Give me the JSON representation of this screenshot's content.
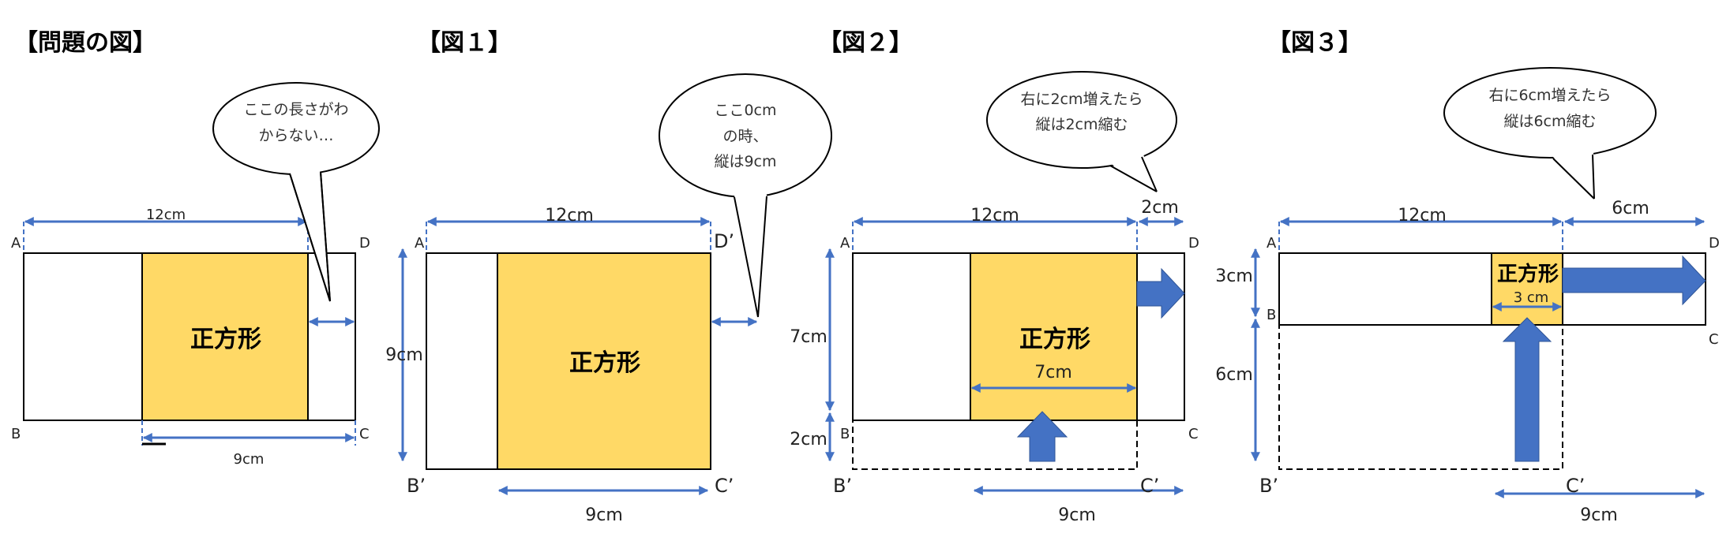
{
  "colors": {
    "square": "#FFD966",
    "dimension": "#4472C4"
  },
  "problem": {
    "title": "【問題の図】",
    "balloon": [
      "ここの長さがわ",
      "からない…"
    ],
    "labels": {
      "a": "A",
      "b": "B",
      "c": "C",
      "d": "D"
    },
    "width": "12cm",
    "bottom": "9cm",
    "square": "正方形"
  },
  "fig1": {
    "title": "【図１】",
    "balloon": [
      "ここ0cm",
      "の時、",
      "縦は9cm"
    ],
    "labels": {
      "a": "A",
      "b": "B’",
      "c": "C’",
      "d": "D’"
    },
    "width": "12cm",
    "height": "9cm",
    "bottom": "9cm",
    "square": "正方形"
  },
  "fig2": {
    "title": "【図２】",
    "balloon": [
      "右に2cm増えたら",
      "縦は2cm縮む"
    ],
    "labels": {
      "a": "A",
      "b": "B",
      "c": "C",
      "d": "D",
      "b2": "B’",
      "c2": "C’"
    },
    "width": "12cm",
    "extra": "2cm",
    "height_top": "7cm",
    "height_bottom": "2cm",
    "inner": "7cm",
    "bottom": "9cm",
    "square": "正方形"
  },
  "fig3": {
    "title": "【図３】",
    "balloon": [
      "右に6cm増えたら",
      "縦は6cm縮む"
    ],
    "labels": {
      "a": "A",
      "b": "B",
      "c": "C",
      "d": "D",
      "b2": "B’",
      "c2": "C’"
    },
    "width": "12cm",
    "extra": "6cm",
    "height_top": "3cm",
    "height_bottom": "6cm",
    "inner": "3 cm",
    "bottom": "9cm",
    "square": "正方形"
  }
}
